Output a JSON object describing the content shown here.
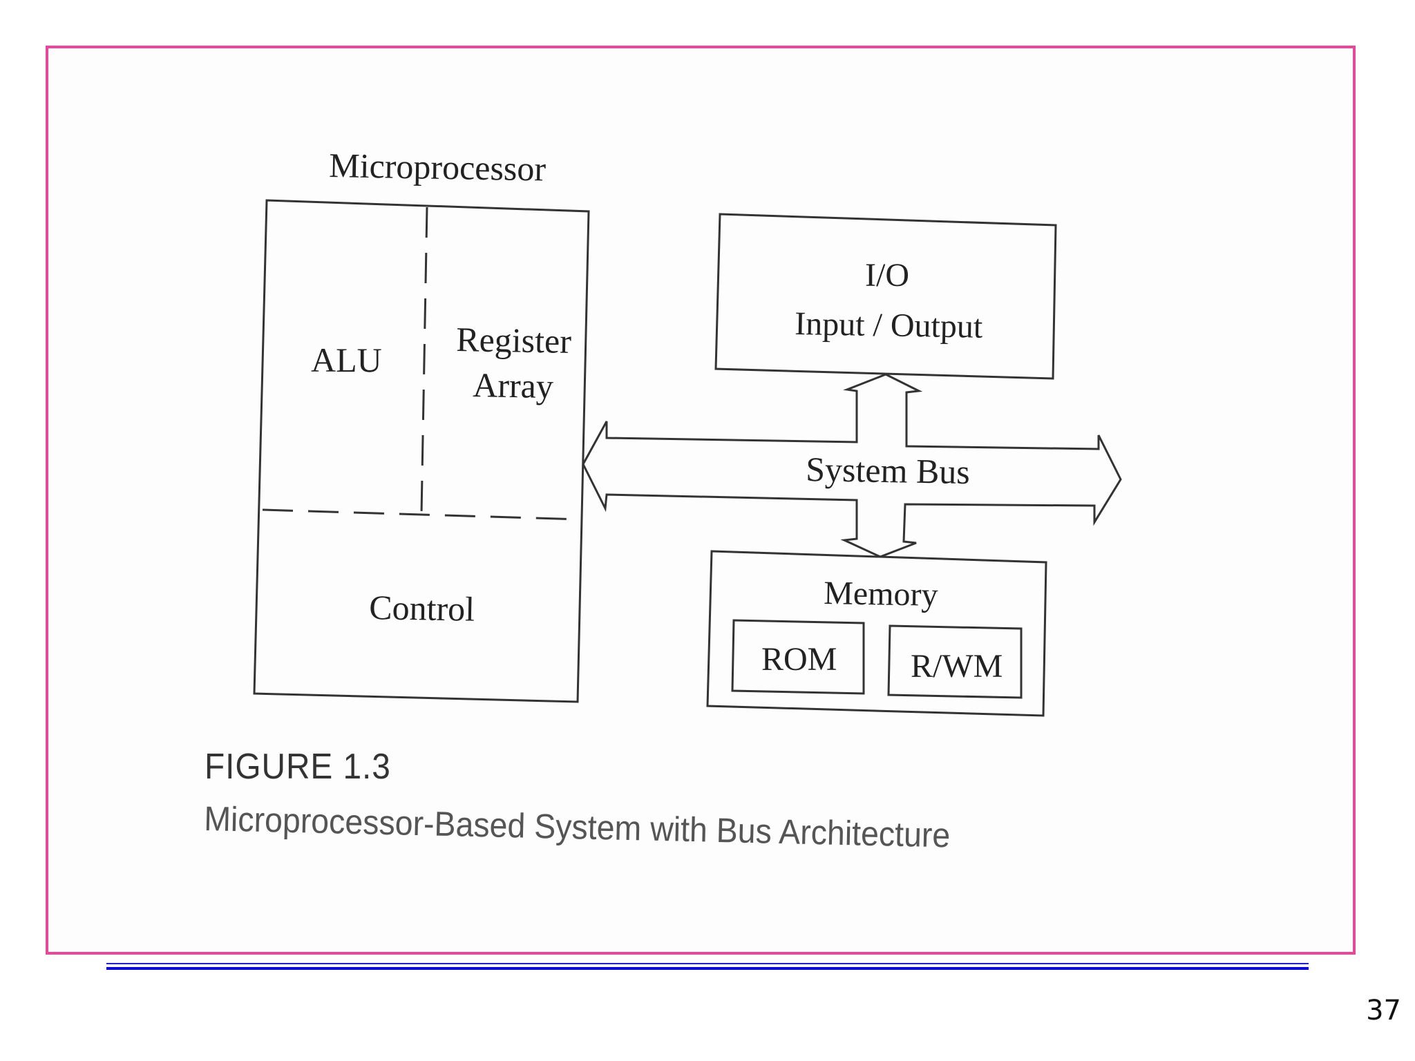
{
  "slide": {
    "page_number": "37",
    "frame_color": "#e8489b",
    "rule_color": "#0000ee"
  },
  "diagram": {
    "microprocessor_label": "Microprocessor",
    "alu_label": "ALU",
    "register_label_line1": "Register",
    "register_label_line2": "Array",
    "control_label": "Control",
    "io_label_line1": "I/O",
    "io_label_line2": "Input / Output",
    "bus_label": "System Bus",
    "memory_label": "Memory",
    "rom_label": "ROM",
    "rwm_label": "R/WM"
  },
  "figure": {
    "number": "FIGURE 1.3",
    "caption": "Microprocessor-Based System with Bus Architecture"
  }
}
